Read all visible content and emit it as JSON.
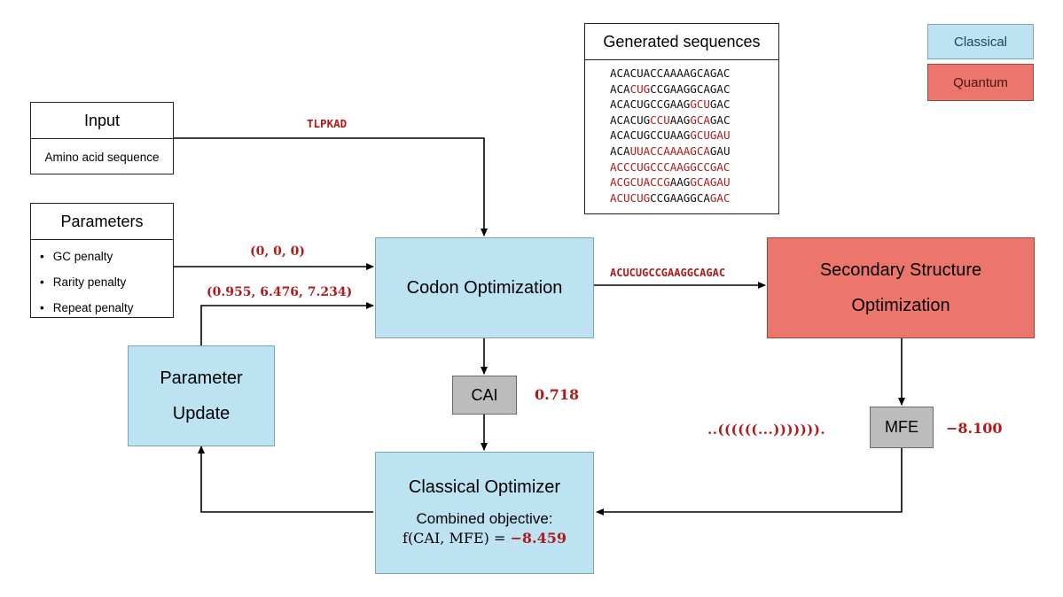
{
  "legend": {
    "classical_label": "Classical",
    "quantum_label": "Quantum"
  },
  "generated_sequences": {
    "title": "Generated sequences",
    "sequences": [
      [
        {
          "t": "ACACUACCAAAAGCAGAC",
          "r": false
        }
      ],
      [
        {
          "t": "ACA",
          "r": false
        },
        {
          "t": "CUG",
          "r": true
        },
        {
          "t": "CCGAAGGCAGAC",
          "r": false
        }
      ],
      [
        {
          "t": "ACACUGCCGAAG",
          "r": false
        },
        {
          "t": "GCU",
          "r": true
        },
        {
          "t": "GAC",
          "r": false
        }
      ],
      [
        {
          "t": "ACACUG",
          "r": false
        },
        {
          "t": "CCU",
          "r": true
        },
        {
          "t": "AAG",
          "r": false
        },
        {
          "t": "GCA",
          "r": true
        },
        {
          "t": "GAC",
          "r": false
        }
      ],
      [
        {
          "t": "ACACUGCCUAAG",
          "r": false
        },
        {
          "t": "GCUGAU",
          "r": true
        }
      ],
      [
        {
          "t": "ACA",
          "r": false
        },
        {
          "t": "UUACCAAAAGCA",
          "r": true
        },
        {
          "t": "GAU",
          "r": false
        }
      ],
      [
        {
          "t": "ACCCUGCCCAAGGCCGAC",
          "r": true
        }
      ],
      [
        {
          "t": "ACGCUACCG",
          "r": true
        },
        {
          "t": "AAG",
          "r": false
        },
        {
          "t": "GCAGAU",
          "r": true
        }
      ],
      [
        {
          "t": "ACUCUG",
          "r": true
        },
        {
          "t": "CCGAAGGCA",
          "r": false
        },
        {
          "t": "GAC",
          "r": true
        }
      ]
    ]
  },
  "input": {
    "title": "Input",
    "description": "Amino acid sequence",
    "value": "TLPKAD"
  },
  "parameters": {
    "title": "Parameters",
    "items": [
      "GC penalty",
      "Rarity penalty",
      "Repeat penalty"
    ],
    "initial_value": "(0, 0, 0)",
    "updated_value": "(0.955, 6.476, 7.234)"
  },
  "codon_optimization": {
    "label": "Codon Optimization",
    "output_sequence": "ACUCUGCCGAAGGCAGAC"
  },
  "secondary_structure": {
    "label_line1": "Secondary Structure",
    "label_line2": "Optimization"
  },
  "cai": {
    "label": "CAI",
    "value": "0.718"
  },
  "mfe": {
    "label": "MFE",
    "value": "−8.100",
    "structure": "..((((((...)))))))."
  },
  "parameter_update": {
    "label_line1": "Parameter",
    "label_line2": "Update"
  },
  "classical_optimizer": {
    "label": "Classical Optimizer",
    "objective_label": "Combined objective:",
    "formula": "f(CAI, MFE) = ",
    "objective_value": "−8.459"
  },
  "colors": {
    "classical": "#bde3f3",
    "quantum": "#ec766c",
    "metric": "#bcbcbc",
    "highlight": "#b01a1a"
  }
}
